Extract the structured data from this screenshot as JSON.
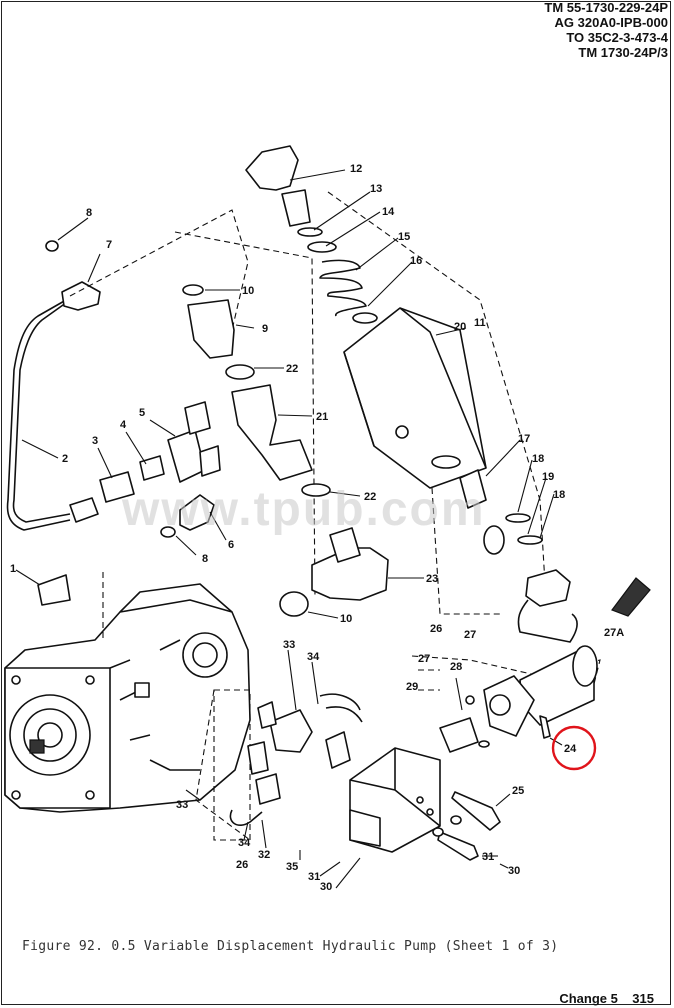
{
  "header": {
    "lines": [
      "TM 55-1730-229-24P",
      "AG 320A0-IPB-000",
      "TO 35C2-3-473-4",
      "TM 1730-24P/3"
    ]
  },
  "figure": {
    "caption": "Figure 92. 0.5 Variable Displacement Hydraulic Pump (Sheet 1 of 3)",
    "watermark": "www.tpub.com",
    "highlight_color": "#e0141b",
    "highlighted_callout": "24"
  },
  "callouts": {
    "c1": "1",
    "c2": "2",
    "c3": "3",
    "c4": "4",
    "c5": "5",
    "c6": "6",
    "c7": "7",
    "c8a": "8",
    "c8b": "8",
    "c9": "9",
    "c10a": "10",
    "c10b": "10",
    "c11": "11",
    "c12": "12",
    "c13": "13",
    "c14": "14",
    "c15": "15",
    "c16": "16",
    "c17": "17",
    "c18a": "18",
    "c18b": "18",
    "c19": "19",
    "c20": "20",
    "c21": "21",
    "c22a": "22",
    "c22b": "22",
    "c23": "23",
    "c24": "24",
    "c25": "25",
    "c26a": "26",
    "c26b": "26",
    "c27a": "27",
    "c27b": "27",
    "c27A": "27A",
    "c28": "28",
    "c29": "29",
    "c30a": "30",
    "c30b": "30",
    "c31a": "31",
    "c31b": "31",
    "c32": "32",
    "c33a": "33",
    "c33b": "33",
    "c34a": "34",
    "c34b": "34",
    "c35": "35"
  },
  "footer": {
    "change": "Change 5",
    "page": "315"
  }
}
